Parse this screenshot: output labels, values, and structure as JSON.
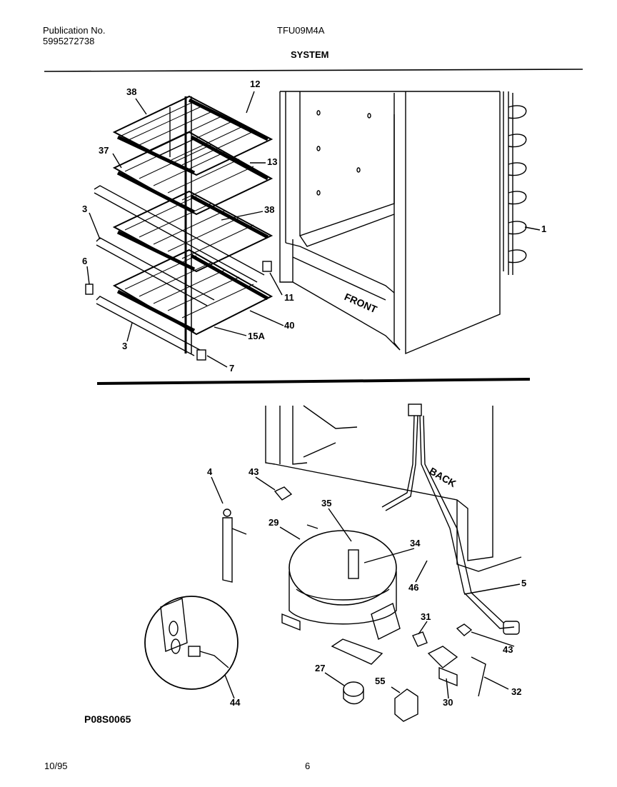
{
  "header": {
    "publication_label": "Publication No.",
    "publication_number": "5995272738",
    "model": "TFU09M4A",
    "section": "SYSTEM"
  },
  "callouts": {
    "c38a": "38",
    "c12": "12",
    "c37": "37",
    "c13": "13",
    "c3a": "3",
    "c38b": "38",
    "c1": "1",
    "c6": "6",
    "c11": "11",
    "c40": "40",
    "c15A": "15A",
    "c3b": "3",
    "c7": "7",
    "c4": "4",
    "c43a": "43",
    "c35": "35",
    "c29": "29",
    "c34": "34",
    "c46": "46",
    "c5": "5",
    "c31": "31",
    "c43b": "43",
    "c27": "27",
    "c55": "55",
    "c30": "30",
    "c32": "32",
    "c44": "44"
  },
  "labels": {
    "front": "FRONT",
    "back": "BACK"
  },
  "footer": {
    "figure_id": "P08S0065",
    "date": "10/95",
    "page": "6"
  }
}
